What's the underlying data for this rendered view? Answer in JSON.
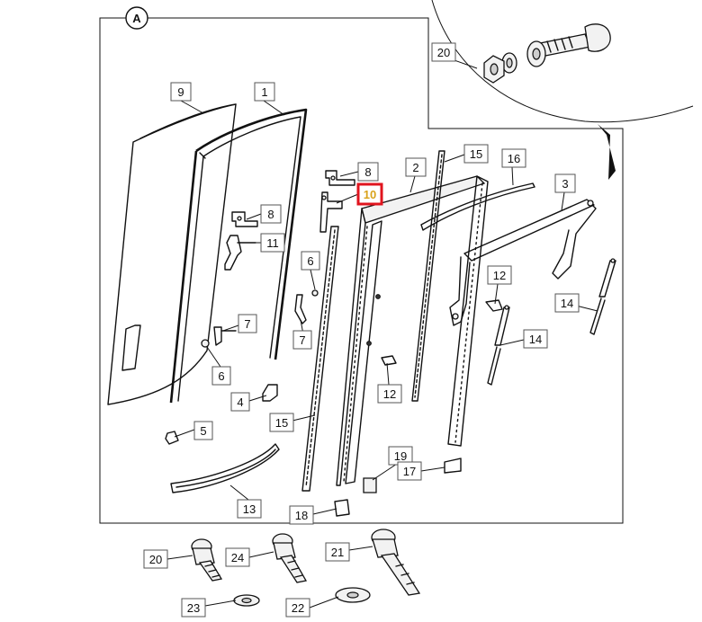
{
  "view_marker": "A",
  "labels": [
    {
      "id": "9",
      "text": "9"
    },
    {
      "id": "1",
      "text": "1"
    },
    {
      "id": "8a",
      "text": "8"
    },
    {
      "id": "10",
      "text": "10",
      "highlight": true
    },
    {
      "id": "2",
      "text": "2"
    },
    {
      "id": "15a",
      "text": "15"
    },
    {
      "id": "16",
      "text": "16"
    },
    {
      "id": "3",
      "text": "3"
    },
    {
      "id": "8b",
      "text": "8"
    },
    {
      "id": "11",
      "text": "11"
    },
    {
      "id": "6a",
      "text": "6"
    },
    {
      "id": "12a",
      "text": "12"
    },
    {
      "id": "14a",
      "text": "14"
    },
    {
      "id": "7a",
      "text": "7"
    },
    {
      "id": "7b",
      "text": "7"
    },
    {
      "id": "14b",
      "text": "14"
    },
    {
      "id": "6b",
      "text": "6"
    },
    {
      "id": "12b",
      "text": "12"
    },
    {
      "id": "4",
      "text": "4"
    },
    {
      "id": "15b",
      "text": "15"
    },
    {
      "id": "5",
      "text": "5"
    },
    {
      "id": "19",
      "text": "19"
    },
    {
      "id": "17",
      "text": "17"
    },
    {
      "id": "13",
      "text": "13"
    },
    {
      "id": "18",
      "text": "18"
    },
    {
      "id": "20a",
      "text": "20"
    },
    {
      "id": "20b",
      "text": "20"
    },
    {
      "id": "24",
      "text": "24"
    },
    {
      "id": "21",
      "text": "21"
    },
    {
      "id": "23",
      "text": "23"
    },
    {
      "id": "22",
      "text": "22"
    }
  ],
  "colors": {
    "highlight_border": "#e0141e",
    "highlight_text": "#d9a21b",
    "line": "#111111"
  }
}
